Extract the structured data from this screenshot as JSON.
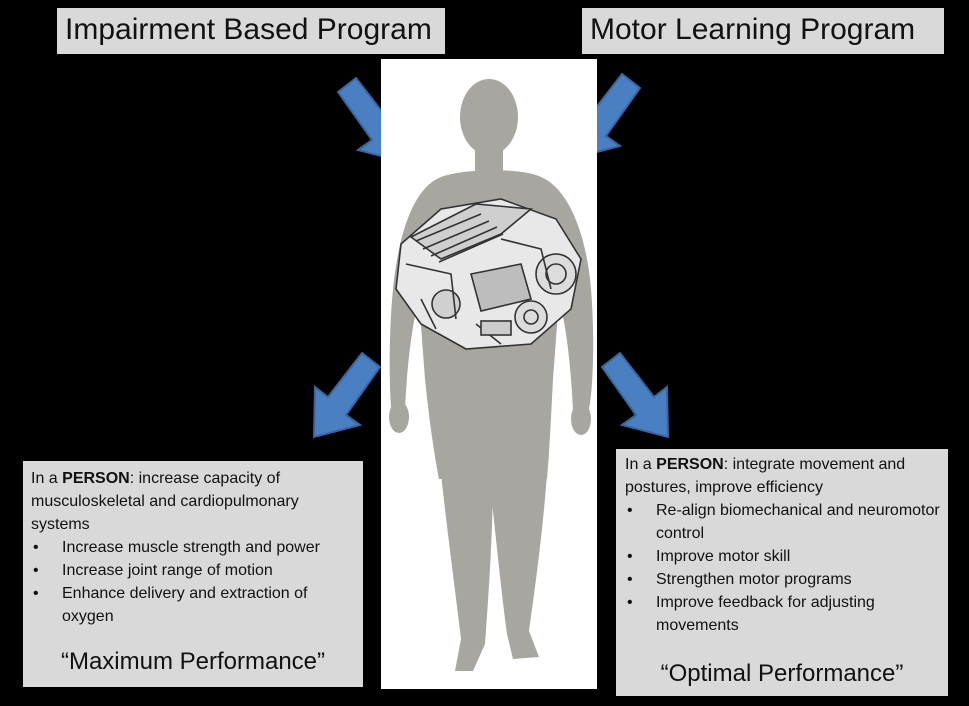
{
  "titles": {
    "left": "Impairment Based Program",
    "right": "Motor Learning Program"
  },
  "left_box": {
    "intro_prefix": "In a ",
    "intro_bold": "PERSON",
    "intro_rest": ": increase capacity of musculoskeletal and cardiopulmonary systems",
    "bullets": [
      "Increase muscle strength and power",
      "Increase joint range of motion",
      "Enhance delivery and extraction of oxygen"
    ],
    "performance": "“Maximum Performance”"
  },
  "right_box": {
    "intro_prefix": "In a ",
    "intro_bold": "PERSON",
    "intro_rest": ": integrate movement and postures, improve efficiency",
    "bullets": [
      "Re-align biomechanical and neuromotor control",
      "Improve motor skill",
      "Strengthen motor programs",
      "Improve feedback for adjusting movements"
    ],
    "performance": "“Optimal Performance”"
  },
  "colors": {
    "background": "#000000",
    "box": "#d9d9d9",
    "arrow": "#4a7fc1",
    "silhouette": "#a8a6a1"
  },
  "icons": [
    "person-silhouette-icon",
    "engine-icon",
    "arrow-icon"
  ]
}
